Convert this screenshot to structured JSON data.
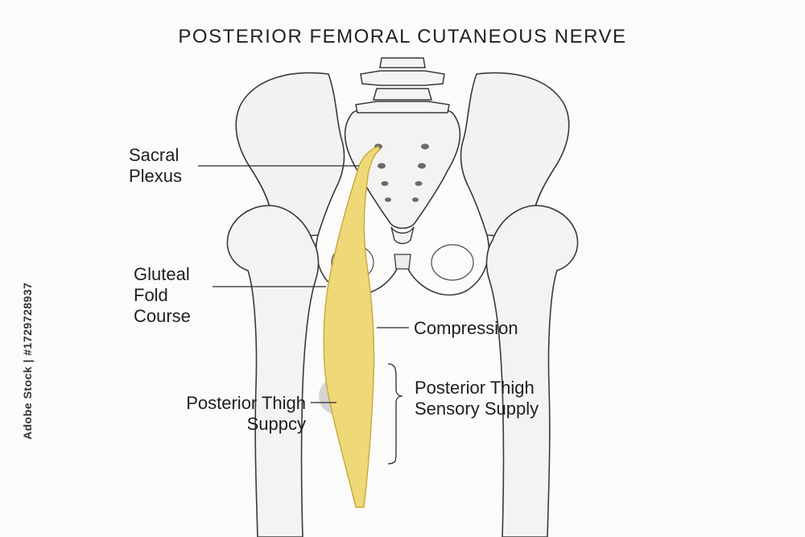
{
  "title": "POSTERIOR FEMORAL CUTANEOUS NERVE",
  "labels": {
    "sacral_plexus": [
      "Sacral",
      "Plexus"
    ],
    "gluteal_fold": [
      "Gluteal",
      "Fold",
      "Course"
    ],
    "compression": "Compression",
    "thigh_supply_left": [
      "Posterior Thigh",
      "Suppcy"
    ],
    "thigh_supply_right": [
      "Posterior Thigh",
      "Sensory Supply"
    ]
  },
  "stock_id": "Adobe Stock | #1729728937",
  "colors": {
    "nerve_fill": "#eed878",
    "nerve_stroke": "#c9a838",
    "bone_stroke": "#3a3a3a",
    "leader": "#2a2a2a",
    "highlight": "#b5b5b5"
  }
}
